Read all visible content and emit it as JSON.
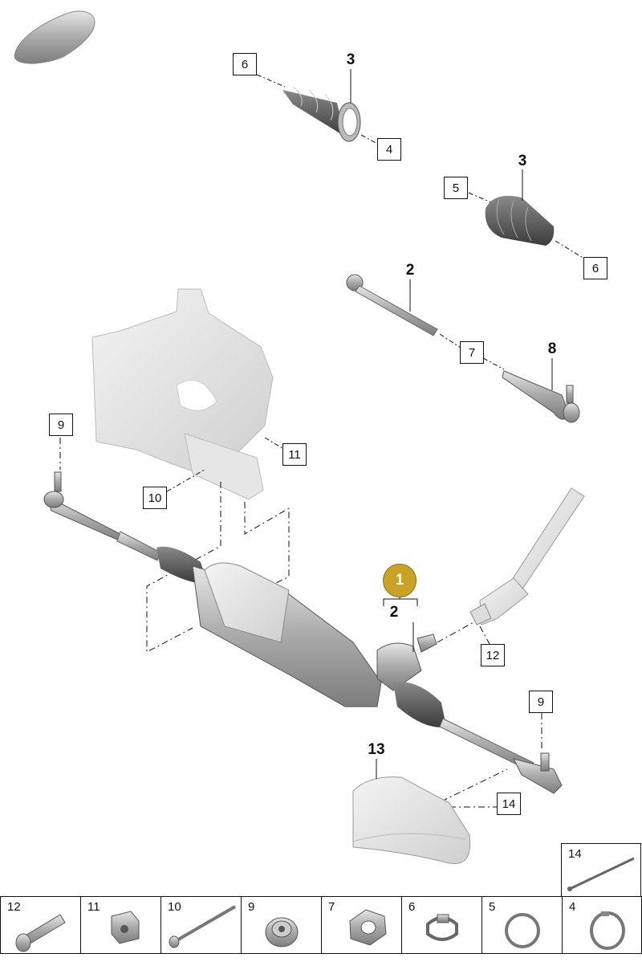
{
  "callouts": {
    "boot_top_number": "3",
    "boot_top_end_a": "6",
    "boot_top_end_b": "4",
    "boot_right_number": "3",
    "boot_right_end_a": "5",
    "boot_right_end_b": "6",
    "tie_rod_number": "2",
    "tie_rod_link": "7",
    "tie_rod_end_number": "8",
    "outer_end_left": "9",
    "outer_end_right": "9",
    "subframe_bracket": "11",
    "subframe_bolt": "10",
    "universal_joint": "12",
    "rack_number": "2",
    "heat_shield_number": "13",
    "heat_shield_fastener": "14"
  },
  "badge": {
    "label": "1",
    "color": "#c9a227"
  },
  "parts_strip": {
    "cells": [
      {
        "num": "12",
        "icon": "bolt-icon"
      },
      {
        "num": "11",
        "icon": "nut-block-icon"
      },
      {
        "num": "10",
        "icon": "long-bolt-icon"
      },
      {
        "num": "9",
        "icon": "flange-nut-icon"
      },
      {
        "num": "7",
        "icon": "hex-nut-icon"
      },
      {
        "num": "6",
        "icon": "clamp-icon"
      },
      {
        "num": "5",
        "icon": "hose-clamp-icon"
      },
      {
        "num": "4",
        "icon": "band-clamp-icon"
      }
    ],
    "extra": {
      "num": "14",
      "icon": "cable-tie-icon"
    }
  }
}
